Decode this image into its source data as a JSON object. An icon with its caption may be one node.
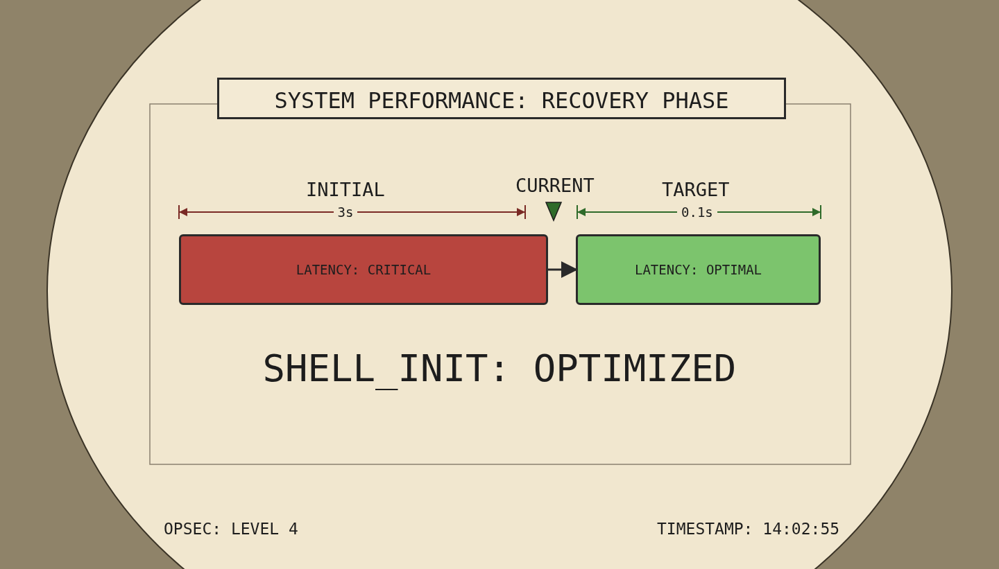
{
  "diagram": {
    "title": "SYSTEM PERFORMANCE: RECOVERY PHASE",
    "nodes": [
      {
        "text": [
          "LATENCY: CRITICAL"
        ]
      },
      {
        "text": [
          "LATENCY: OPTIMAL"
        ]
      }
    ],
    "edges": [
      {
        "from": 0,
        "to": 1,
        "arrow": "to"
      }
    ],
    "labels": [
      "INITIAL",
      "3s",
      "CURRENT",
      "TARGET",
      "0.1s",
      "SHELL_INIT: OPTIMIZED",
      "OPSEC: LEVEL 4",
      "TIMESTAMP: 14:02:55"
    ]
  }
}
